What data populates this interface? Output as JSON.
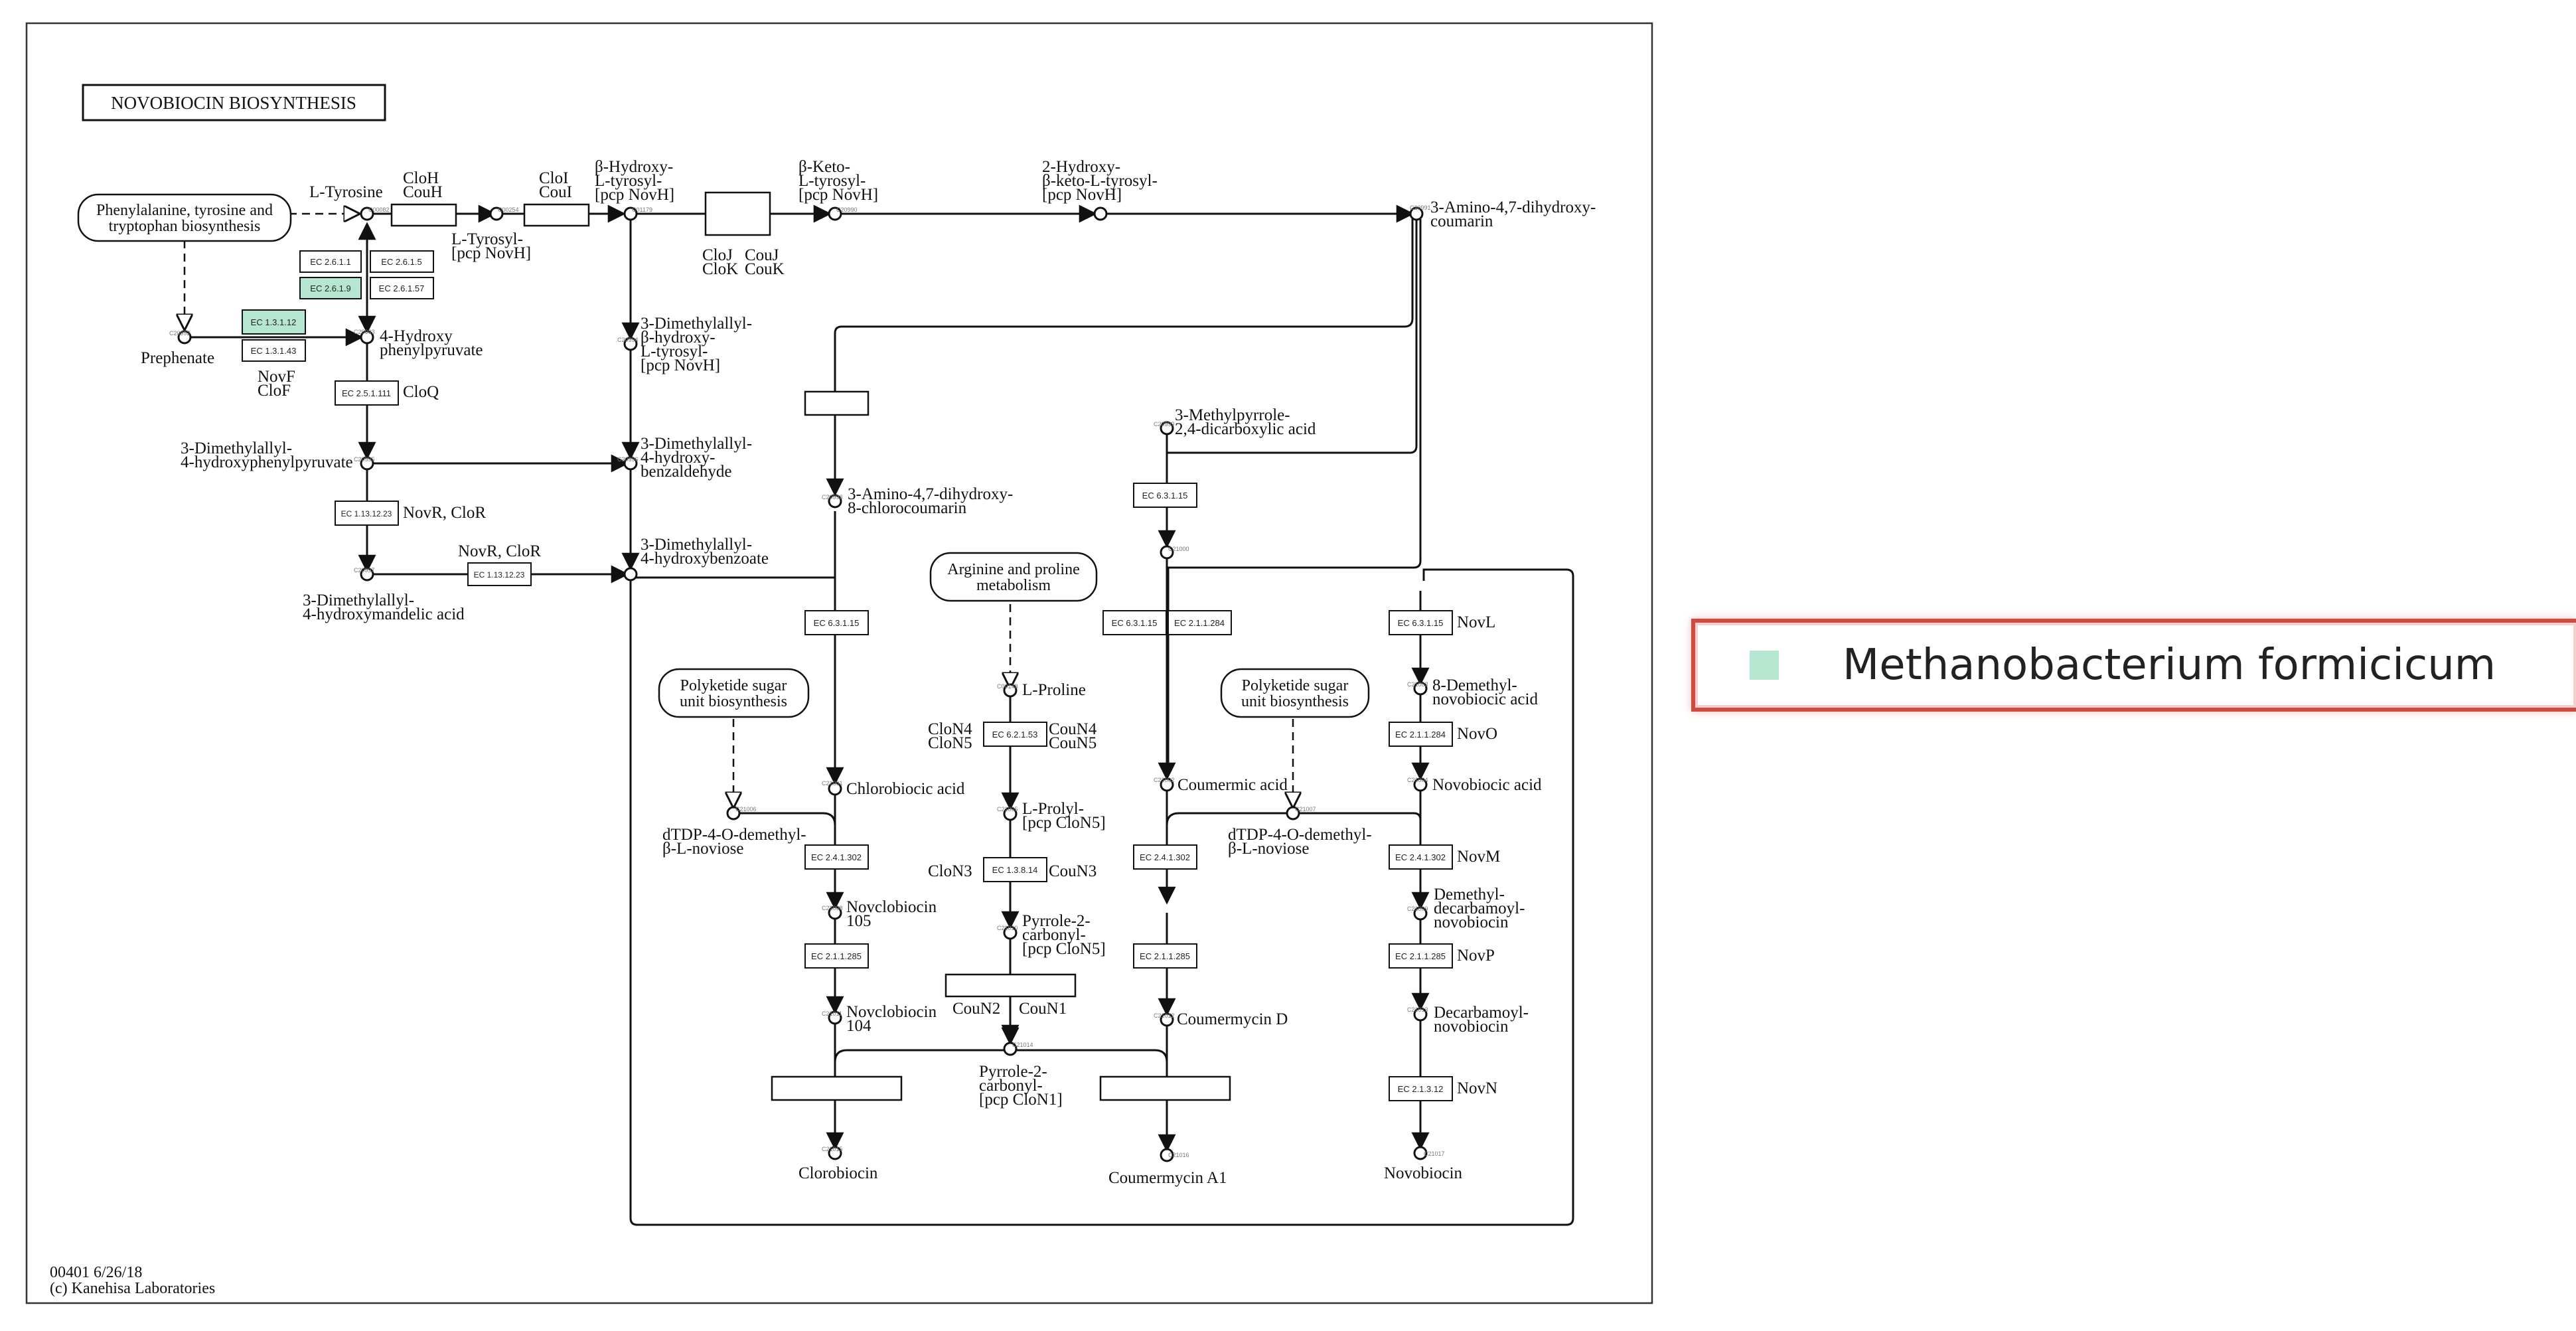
{
  "title": "NOVOBIOCIN BIOSYNTHESIS",
  "footer": {
    "map_id": "00401 6/26/18",
    "copyright": "(c) Kanehisa Laboratories"
  },
  "colors": {
    "enzyme_highlight": "#b5e6cf",
    "legend_swatch": "#b5e6cf",
    "legend_border": "#cf4b41",
    "line": "#111111"
  },
  "legend": {
    "organism": "Methanobacterium formicicum"
  },
  "pathway_links": [
    "Phenylalanine, tyrosine and tryptophan biosynthesis",
    "Arginine and proline metabolism",
    "Polyketide sugar unit biosynthesis",
    "Polyketide sugar unit biosynthesis"
  ],
  "compound_labels": [
    "L-Tyrosine",
    "L-Tyrosyl-",
    "[pcp NovH]",
    "β-Hydroxy-",
    "L-tyrosyl-",
    "[pcp NovH]",
    "β-Keto-",
    "L-tyrosyl-",
    "[pcp NovH]",
    "2-Hydroxy-",
    "β-keto-L-tyrosyl-",
    "[pcp NovH]",
    "3-Amino-4,7-dihydroxy-",
    "coumarin",
    "Prephenate",
    "4-Hydroxy",
    "phenylpyruvate",
    "3-Dimethylallyl-",
    "β-hydroxy-",
    "L-tyrosyl-",
    "[pcp NovH]",
    "3-Dimethylallyl-",
    "4-hydroxyphenylpyruvate",
    "3-Dimethylallyl-",
    "4-hydroxy-",
    "benzaldehyde",
    "3-Dimethylallyl-",
    "4-hydroxybenzoate",
    "3-Dimethylallyl-",
    "4-hydroxymandelic acid",
    "3-Amino-4,7-dihydroxy-",
    "8-chlorocoumarin",
    "3-Methylpyrrole-",
    "2,4-dicarboxylic acid",
    "L-Proline",
    "Chlorobiocic acid",
    "Coumermic acid",
    "8-Demethyl-",
    "novobiocic acid",
    "Novobiocic acid",
    "L-Prolyl-",
    "[pcp CloN5]",
    "dTDP-4-O-demethyl-",
    "β-L-noviose",
    "dTDP-4-O-demethyl-",
    "β-L-noviose",
    "Novclobiocin",
    "105",
    "Demethyl-",
    "decarbamoyl-",
    "novobiocin",
    "Pyrrole-2-",
    "carbonyl-",
    "[pcp CloN5]",
    "Novclobiocin",
    "104",
    "Coumermycin D",
    "Decarbamoyl-",
    "novobiocin",
    "Pyrrole-2-",
    "carbonyl-",
    "[pcp CloN1]",
    "Clorobiocin",
    "Coumermycin A1",
    "Novobiocin"
  ],
  "gene_labels": [
    "CloH",
    "CouH",
    "CloI",
    "CouI",
    "CloJ",
    "CloK",
    "CouJ",
    "CouK",
    "NovF",
    "CloF",
    "CloQ",
    "NovR, CloR",
    "NovR, CloR",
    "CloN4",
    "CloN5",
    "CouN4",
    "CouN5",
    "CloN3",
    "CouN3",
    "CouN2",
    "CouN1",
    "NovL",
    "NovO",
    "NovM",
    "NovP",
    "NovN"
  ],
  "enzymes": [
    "EC 2.6.1.1",
    "EC 2.6.1.5",
    "EC 2.6.1.9",
    "EC 2.6.1.57",
    "EC 1.3.1.12",
    "EC 1.3.1.43",
    "EC 2.5.1.111",
    "EC 1.13.12.23",
    "EC 1.13.12.23",
    "EC 6.3.1.15",
    "EC 6.3.1.15",
    "EC 6.3.1.15",
    "EC 2.1.1.284",
    "EC 6.2.1.53",
    "EC 2.1.1.284",
    "EC 1.3.8.14",
    "EC 2.4.1.302",
    "EC 2.4.1.302",
    "EC 2.4.1.302",
    "EC 6.3.1.15",
    "EC 2.1.1.285",
    "EC 2.1.1.285",
    "EC 2.1.3.12",
    "EC 2.1.1.285"
  ],
  "highlighted_enzymes": [
    "EC 2.6.1.9",
    "EC 1.3.1.12"
  ],
  "compound_ids": [
    "C00082",
    "C00254",
    "C01179",
    "C20990",
    "C20991",
    "C20992",
    "C20993",
    "C20994",
    "C20995",
    "C20996",
    "C20997",
    "C20998",
    "C20999",
    "C21000",
    "C00148",
    "C21001",
    "C21002",
    "C21003",
    "C21004",
    "C21005",
    "C21006",
    "C21007",
    "C21008",
    "C21009",
    "C21010",
    "C21011",
    "C21012",
    "C21013",
    "C21014",
    "C21015",
    "C21016",
    "C21017",
    "C21018"
  ]
}
